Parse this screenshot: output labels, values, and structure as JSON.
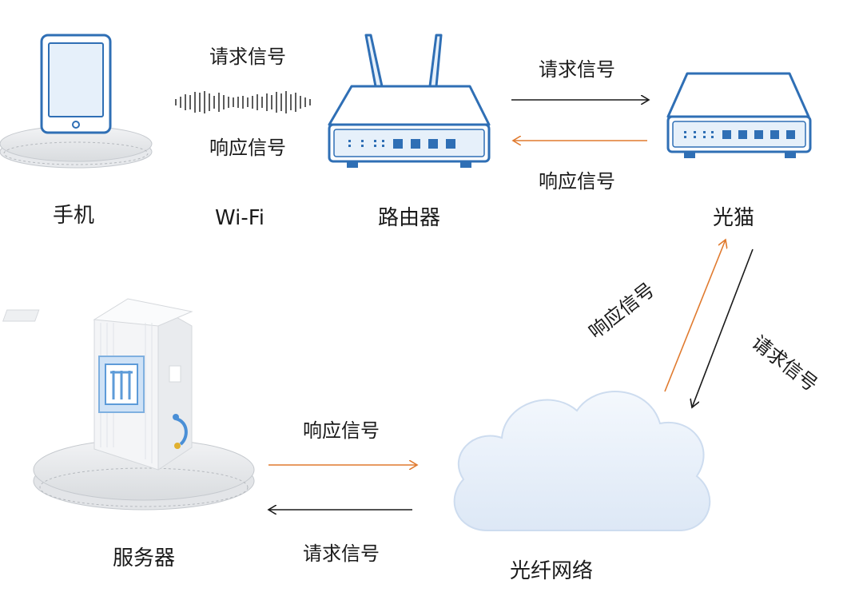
{
  "nodes": {
    "phone": "手机",
    "wifi": "Wi-Fi",
    "router": "路由器",
    "modem": "光猫",
    "fiber": "光纤网络",
    "server": "服务器"
  },
  "signals": {
    "request": "请求信号",
    "response": "响应信号"
  },
  "colors": {
    "request_arrow": "#1a1a1a",
    "response_arrow": "#e07a2e",
    "device_outline": "#2f6fb5",
    "device_fill": "#e6f0fa"
  }
}
